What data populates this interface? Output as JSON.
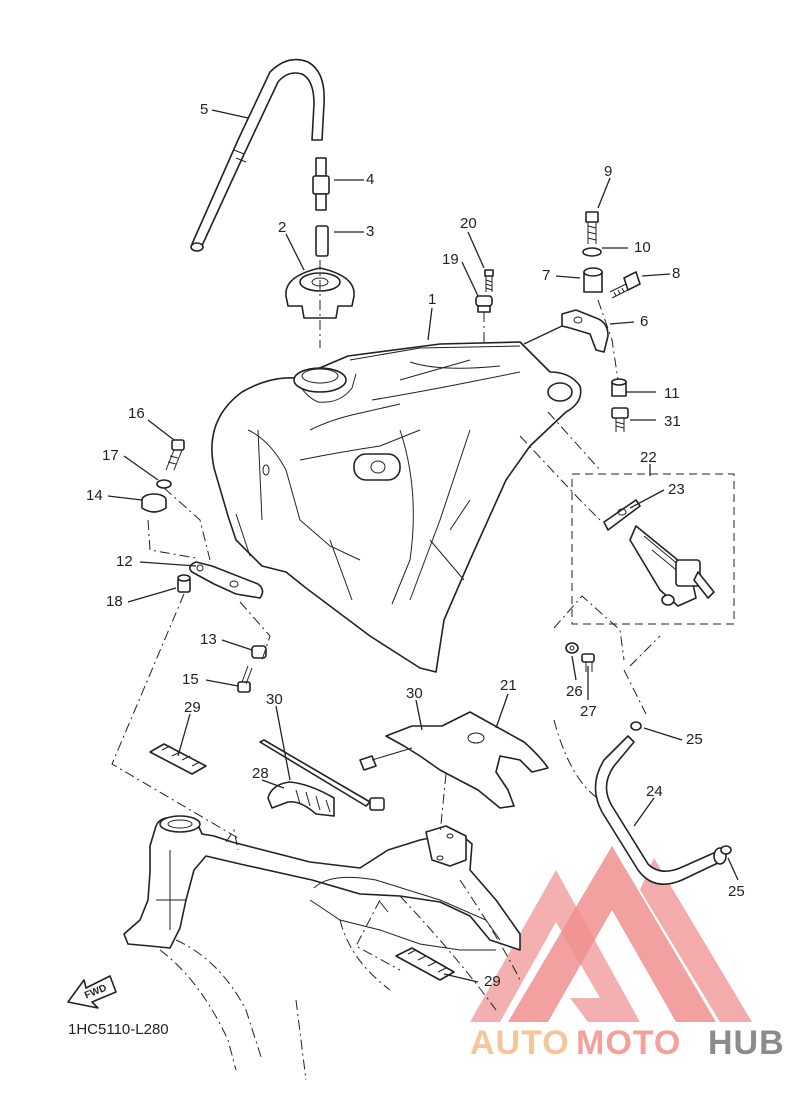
{
  "diagram": {
    "code": "1HC5110-L280",
    "fwd_label": "FWD",
    "callouts": [
      "1",
      "2",
      "3",
      "4",
      "5",
      "6",
      "7",
      "8",
      "9",
      "10",
      "11",
      "12",
      "13",
      "14",
      "15",
      "16",
      "17",
      "18",
      "19",
      "20",
      "21",
      "22",
      "23",
      "24",
      "25",
      "25",
      "26",
      "27",
      "28",
      "29",
      "29",
      "30",
      "30",
      "31"
    ]
  },
  "watermark": {
    "part1": "AUTO",
    "part2": "MOTO",
    "part3": "HUB",
    "colors": {
      "auto": "#f5c69a",
      "moto": "#f3a29b",
      "hub": "#8b8b8b",
      "triangle": "#f08f8f"
    }
  }
}
